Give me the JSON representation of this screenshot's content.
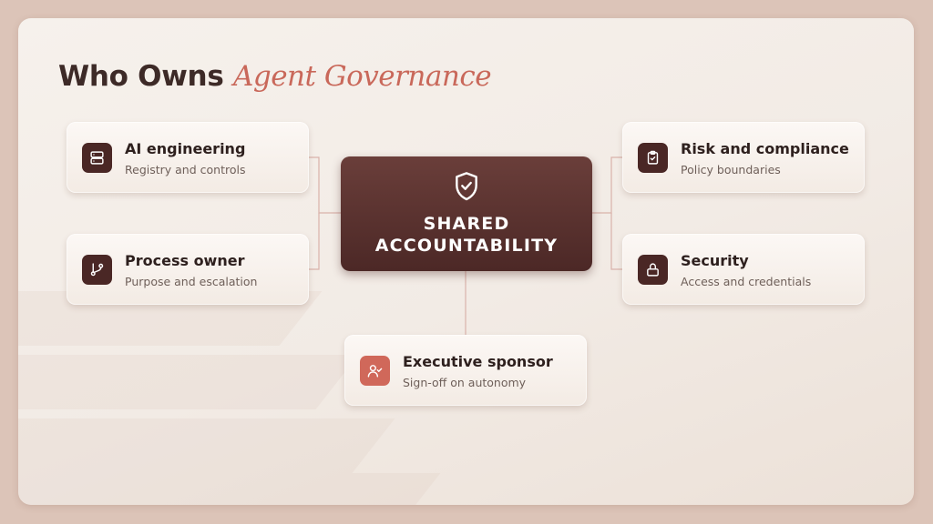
{
  "title": {
    "prefix": "Who Owns",
    "accent": "Agent Governance"
  },
  "center": {
    "icon": "shield-check-icon",
    "line1": "SHARED",
    "line2": "ACCOUNTABILITY"
  },
  "roles": {
    "ai_engineering": {
      "icon": "server-icon",
      "title": "AI engineering",
      "subtitle": "Registry and controls"
    },
    "process_owner": {
      "icon": "git-branch-icon",
      "title": "Process owner",
      "subtitle": "Purpose and escalation"
    },
    "risk_compliance": {
      "icon": "clipboard-check-icon",
      "title": "Risk and compliance",
      "subtitle": "Policy boundaries"
    },
    "security": {
      "icon": "lock-icon",
      "title": "Security",
      "subtitle": "Access and credentials"
    },
    "executive_sponsor": {
      "icon": "user-check-icon",
      "title": "Executive sponsor",
      "subtitle": "Sign-off on autonomy"
    }
  },
  "colors": {
    "dark_brown": "#4a2725",
    "accent_coral": "#c9685a",
    "connector": "#d9b2aa",
    "page_background": "#f4eee9"
  }
}
